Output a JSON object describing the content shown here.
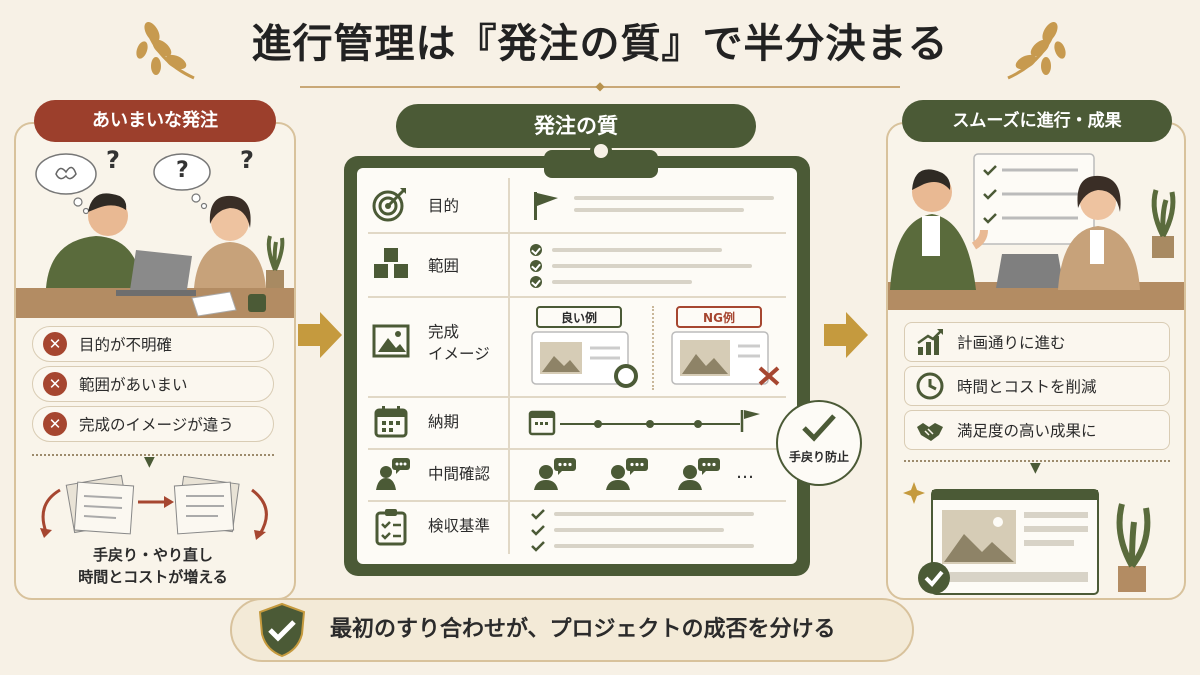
{
  "title": "進行管理は『発注の質』で半分決まる",
  "left": {
    "pill": "あいまいな発注",
    "question_marks": [
      "?",
      "?",
      "?"
    ],
    "issues": [
      "目的が不明確",
      "範囲があいまい",
      "完成のイメージが違う"
    ],
    "result_lines": [
      "手戻り・やり直し",
      "時間とコストが増える"
    ]
  },
  "center": {
    "pill": "発注の質",
    "rows": [
      {
        "label": "目的"
      },
      {
        "label": "範囲"
      },
      {
        "label_line1": "完成",
        "label_line2": "イメージ"
      },
      {
        "label": "納期"
      },
      {
        "label": "中間確認"
      },
      {
        "label": "検収基準"
      }
    ],
    "good_example": "良い例",
    "ng_example": "NG例",
    "ellipsis": "…",
    "callout": "手戻り防止"
  },
  "right": {
    "pill": "スムーズに進行・成果",
    "benefits": [
      "計画通りに進む",
      "時間とコストを削減",
      "満足度の高い成果に"
    ]
  },
  "bottom": "最初のすり合わせが、プロジェクトの成否を分ける",
  "colors": {
    "background": "#f7f1e6",
    "olive": "#4b5a36",
    "rust": "#a64630",
    "gold": "#b8924e",
    "gold_arrow": "#c59a3e"
  }
}
